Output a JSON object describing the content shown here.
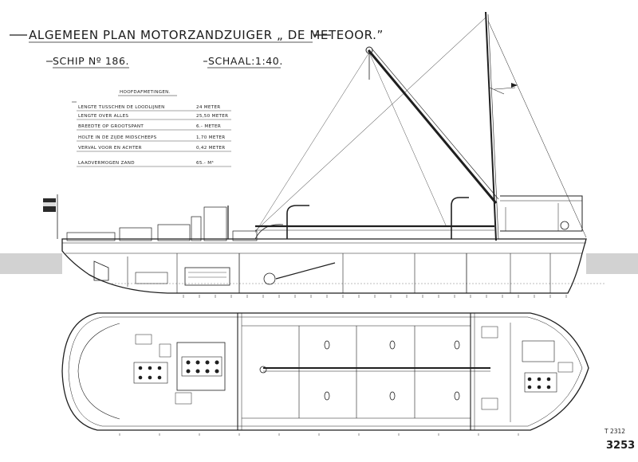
{
  "drawing": {
    "title": "ALGEMEEN PLAN MOTORZANDZUIGER „ DE METEOOR.”",
    "ship_no": "SCHIP Nº 186.",
    "scale": "SCHAAL:1:40.",
    "dims_header": "HOOFDAFMETINGEN.",
    "dims": [
      {
        "label": "LENGTE TUSSCHEN DE LOODLIJNEN",
        "value": "24 METER"
      },
      {
        "label": "LENGTE OVER ALLES",
        "value": "25,50 METER"
      },
      {
        "label": "BREEDTE OP GROOTSPANT",
        "value": "6.- METER"
      },
      {
        "label": "HOLTE IN DE ZIJDE MIDSCHEEPS",
        "value": "1,70 METER"
      },
      {
        "label": "VERVAL VOOR EN ACHTER",
        "value": "0,42 METER"
      },
      {
        "label": "LAADVERMOGEN ZAND",
        "value": "65.- M³"
      }
    ],
    "archive_code": "T 2312",
    "archive_number": "3253"
  },
  "colors": {
    "ink": "#1f1f1f",
    "paper": "#ffffff",
    "water": "#c4c4c4"
  }
}
